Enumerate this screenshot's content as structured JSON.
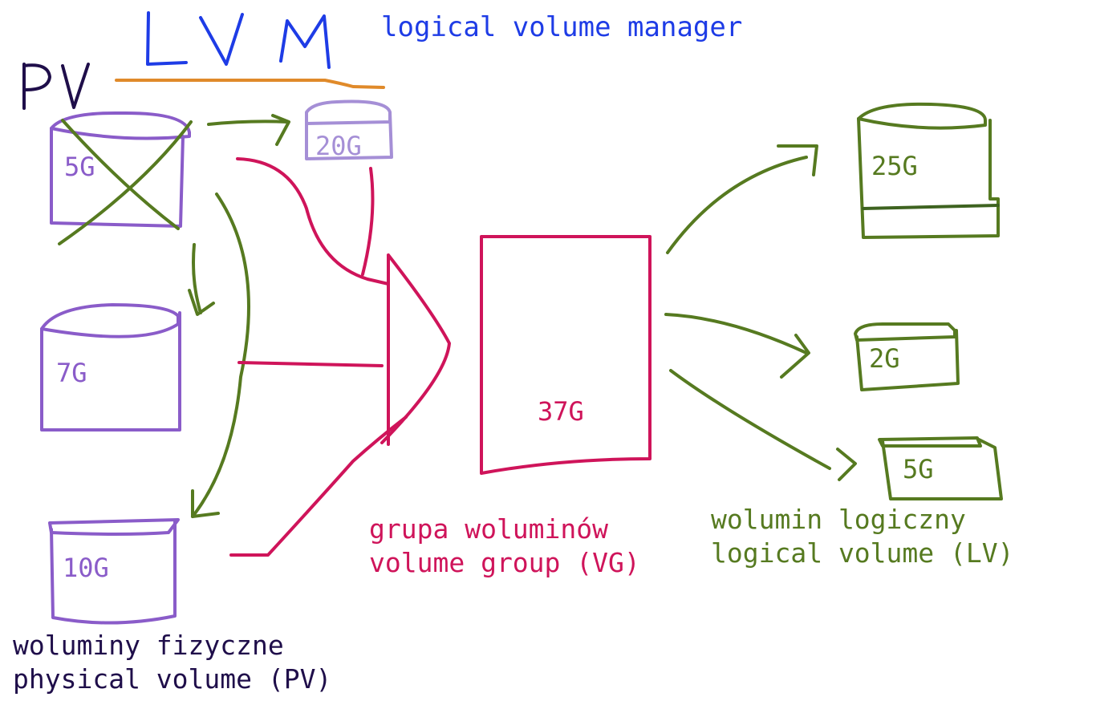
{
  "colors": {
    "pv_label": "#1f0e4a",
    "pv_disk": "#8a5cc9",
    "pv_disk_light": "#a58fd6",
    "lvm_title": "#1e3ce6",
    "underline": "#e08a2a",
    "vg": "#cf145a",
    "lv": "#567a20",
    "lv_dark": "#3e6320"
  },
  "header": {
    "pv_mark": "PV",
    "lvm_title": "LVM",
    "subtitle": "logical volume manager"
  },
  "physical_volumes": [
    {
      "size": "5G",
      "crossed_out": true
    },
    {
      "size": "20G"
    },
    {
      "size": "7G"
    },
    {
      "size": "10G"
    }
  ],
  "volume_group": {
    "size": "37G",
    "caption_pl": "grupa woluminów",
    "caption_en": "volume group (VG)"
  },
  "logical_volumes": [
    {
      "size": "25G"
    },
    {
      "size": "2G"
    },
    {
      "size": "5G"
    }
  ],
  "pv_caption": {
    "pl": "woluminy fizyczne",
    "en": "physical volume (PV)"
  },
  "lv_caption": {
    "pl": "wolumin logiczny",
    "en": "logical volume (LV)"
  }
}
